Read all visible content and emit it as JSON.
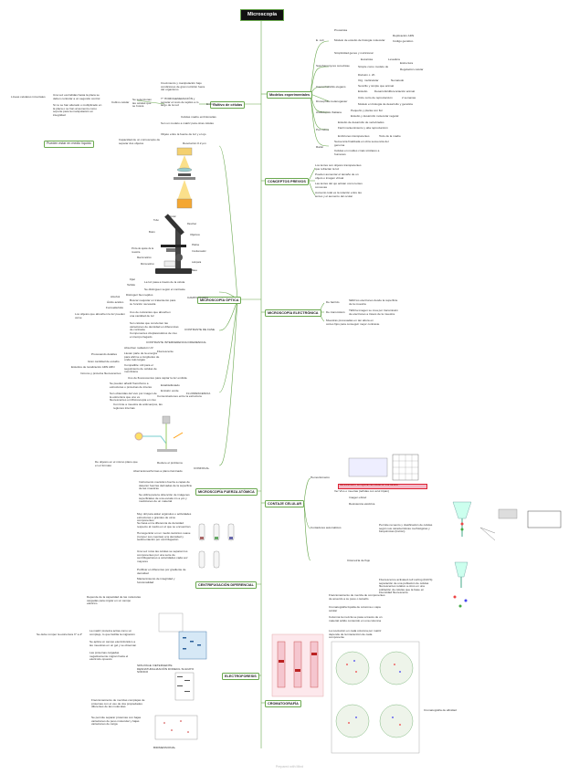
{
  "title": "Microscopía",
  "footer": "Prepared with Mind",
  "topics": {
    "modelos": "Modelos experimentales",
    "cultivo": "Cultivo de células",
    "conceptos": "CONCEPTOS PREVIOS",
    "optica": "MICROSCOPÍA ÓPTICA",
    "electronica": "MICROSCOPÍA ELECTRÓNICA",
    "fuerza": "MICROSCOPÍA FUERZA ATÓMICA",
    "contaje": "CONTAJE CELULAR",
    "centrifugacion": "CENTRIFUGACIÓN DIFERENCIAL",
    "electroforesis": "ELECTROFORESIS",
    "cromatografia": "CROMATOGRAFÍA"
  },
  "modelos": {
    "ecoli": "E. coli",
    "ecoli_items": [
      "Procariota",
      "Modelo de estudio de biología molecular",
      "Replicación ADN",
      "Código genético"
    ],
    "sacch": "Saccharomyces cerevisiae",
    "sacch_items": [
      "Simplicidad genes y nutricional",
      "Eucariota",
      "Levadura",
      "Simple como modelo de",
      "Estructura",
      "Regulación celular",
      "División c. 2h"
    ],
    "caeno": "Caenorhabditis elegans",
    "caeno_items": [
      "Org. multicelular",
      "Nematodo",
      "Sencillo y simple que animal",
      "Estudio",
      "Desarrollo/diferenciación animal"
    ],
    "droso": "Drosophila melanogaster",
    "droso_items": [
      "Ciclo corto de reproducción",
      "2 semanas",
      "Modelo en biología de desarrollo y genética"
    ],
    "arabi": "Arabidopsis thaliana",
    "arabi_items": [
      "Pequeño y planta con flor",
      "Estudio y desarrollo molecular vegetal"
    ],
    "pez": "Pez cebra",
    "pez_items": [
      "Estudio de desarrollo de vertebrados",
      "Fácil mantenimiento y alta reproducción",
      "Embriones transparentes",
      "Todo de la madre"
    ],
    "ratón": "Ratón",
    "raton_items": [
      "Secuencia finalizada en obra secuencia del genoma",
      "Células en moldes cmás similares a humanos"
    ]
  },
  "cultivo": {
    "left_1": "Líneas celulares inmortales",
    "left_2": "Una vez escindidas hasta la placa se deben controlar a un segundo control",
    "left_3": "Si no se han alterado o multiplicado en la placa o se han al aumento como soporte para la manipulación en integridad",
    "left_4": "Pueden estar en medio líquido",
    "mid_1": "Cultivo celular",
    "mid_2": "Se seleccionan las células que se busca",
    "mid_3": "Crecimiento y manipulación bajo condiciones de gran nutrición fuera del organismo",
    "mid_4": "T° HOMOGENEIZACIÓN y separar el resto de tejidos a lo largo de la red",
    "mid_5": "Células madre embrionarias",
    "mid_6": "Son un modelo a matriz para otras células",
    "enzyme": "Enzima"
  },
  "conceptos": [
    "Los lentes son objetos transparentes que refractan la luz",
    "Pueden aumentar el tamaño de un objeto o imagen virtual",
    "Las lentes del ojo actúan como lentes convexas",
    "Aumento total es la relación entre las lentes y el aumento del ocular"
  ],
  "optica": {
    "capacidad": "Capacidad de un microscopio de separar dos objetos",
    "resolucion": "Resolución 0.2 µm",
    "objeto": "Objeto entre la fuente de luz y el ojo",
    "campo_claro": "CAMPO CLARO",
    "campo_items": [
      "Fijar",
      "Teñido",
      "La luz pasa a través de la célula",
      "Se distinguen según el contraste"
    ],
    "campo_items2": [
      "Alcohol",
      "Ácido acético",
      "Formaldehído",
      "Distinguir bien tejidos",
      "Buscar reajustar un tratamiento para su función necesaria",
      "Los objetos que absorben la luz pueden verse",
      "Uso de colorantes que absorben una cantidad de luz"
    ],
    "contraste_fase": "CONTRASTE DE FASE",
    "fase_items": [
      "Son células que convierten las variaciones de densidad en diferencias de contraste",
      "Componentes citoplasmáticos de vivo en tiempo llegado"
    ],
    "interferencia": "CONTRASTE INTERFERENCIA DIFERENCIAL",
    "interf_items": [
      "Absorben radiación UV",
      "Fluorescente",
      "Procesando detalles",
      "Llevan parte de la energía para abrirse a longitudes de onda más largas",
      "Gran cantidad de estudio",
      "Estudios de localización ADN ARN",
      "Inmuno-y proteína fluorescentes",
      "Compatible: útil para el seguimiento de células de membrana"
    ],
    "fluorescencia": "FLUORESCENCIA",
    "fluor_items": [
      "Uso de fluorescentes para captar la luz emitida",
      "Estable/Estado",
      "Se pueden añadir fluoróforos a estructuras o proteínas de interés",
      "Emisión verde",
      "Son obtenidas del vivo por imagen de la estructura que uno ve fluorescentes en Microscopía en vivo",
      "Comunicaciones entre la estructura",
      "Con tinte a muestra de anticuerpos, las regiones internas"
    ],
    "confocal": "CONFOCAL",
    "confocal_items": [
      "De objetos en el mismo plano que en el formato",
      "Reduce el problema",
      "Aberraciones/formas a plano iluminado"
    ],
    "micro_labels": [
      "Ocular",
      "Revolver",
      "Objetivos",
      "Platina",
      "Condensador",
      "Pinza de ajuste de la muestra",
      "Macrométrico",
      "Micrométrico",
      "Lámpara",
      "Base",
      "Brazo",
      "Tubo"
    ]
  },
  "electronica": {
    "barrido": "De barrido",
    "barrido_text": "SEM los electrones desde la superficie de la muestra",
    "transmision": "De transmisión",
    "trans_text": "TEM la imagen se crea por transmisión de electrones a través de la muestra",
    "muestras": "Muestras procesadas en tan altura en cortes fijos para conseguir mejor contraste"
  },
  "fuerza": [
    "Instrumento mecánico fuerza a capas de detector fuerzas derivadas de la superficie de las muestras",
    "Se utiliza para la obtención de imágenes superficiales de una escala nm a µm y mediciones de un material"
  ],
  "contaje": {
    "hemo": "Hemocitómetro",
    "hemo_text": "Hemocitómetro: se registran las células en una cámara...",
    "hemo_note": "Ver Vivo o muertas (teñidas con azul tripán)",
    "automatico": "Contadores automáticos",
    "imagen": "Imagen eficaz",
    "resistencia": "Resistencia eléctrica",
    "auto_text": "Permite recuento y clasificación de células según sus características morfológicas y bioquímicas (tinción)",
    "flujo": "Citometría de flujo",
    "facs": "Fluorescence activated cell sorting (FACS) separación de una población de células fluorescentes relativo a otros en una población de células que la base en intensidad fluorescente"
  },
  "centrifugacion": [
    "Muy útil para aislar orgánulos o actividades estructuras o grandes de otros componentes",
    "Se basa en la diferencia de densidad respecto al medio en el que se encuentran",
    "Homogenizar en un medio isotónico suave (romper sus cuentas) a la densidad y sedimentación por centrifugación",
    "Una vez rotos las células se separan los componentes por una serie de centrifugaciones a velocidades cada vez mayores",
    "Purificar en diferentes por gradiente de densidad",
    "Mantenimiento de integridad y funcionalidad"
  ],
  "electroforesis": {
    "intro": "Depende de la capacidad de las moléculas cargadas para migrar en un campo eléctrico",
    "carga": "Se debe romper la estructura 3° a 4°",
    "items": [
      "La matriz proteína actúa como un complejo, lo que facilita la migración",
      "Se aplica un campo electroforético a las muestras en un gel y se observan",
      "Las proteínas cargadas negativamente migran hacia el electrodo opuesto"
    ],
    "sds": "SDS-PAGE: DETERGENTE DESNATURALIZACIÓN DODECIL SULFATO SÓDICO",
    "bidim_text": "Fraccionamiento de mezclas complejas de proteínas con el uso de dos propiedades diferentes de las moléculas",
    "bidim_text2": "Se permite separar proteínas con bajas variaciones de peso molecular y bajas variaciones de carga",
    "bidim": "BIDIMENSIONAL"
  },
  "cromatografia": {
    "items": [
      "Fraccionamiento de mezcla de componentes de acuerdo a su peso o tamaño",
      "Cromatografía líquida de columna o capa celular",
      "Columna la mezcla se pasa a través de un material sólido contenido en una columna",
      "La resolución en cada columna por matriz depende de la interacción de cada componente"
    ],
    "caption": "Cromatografía de afinidad"
  }
}
